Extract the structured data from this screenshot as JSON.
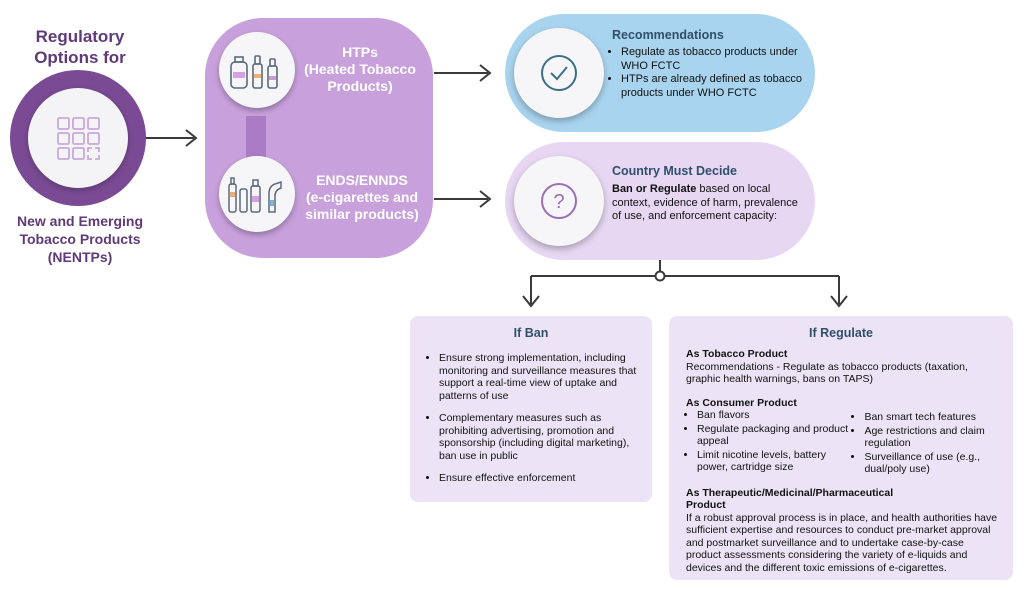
{
  "left": {
    "title_line1": "Regulatory",
    "title_line2": "Options for",
    "nentp_line1": "New and Emerging",
    "nentp_line2": "Tobacco Products",
    "nentp_line3": "(NENTPs)"
  },
  "pill": {
    "htps_line1": "HTPs",
    "htps_line2": "(Heated Tobacco",
    "htps_line3": "Products)",
    "ends_line1": "ENDS/ENNDS",
    "ends_line2": "(e-cigarettes and",
    "ends_line3": "similar products)"
  },
  "recommendations": {
    "title": "Recommendations",
    "items": [
      "Regulate as tobacco products under WHO FCTC",
      "HTPs are already defined as tobacco products under WHO FCTC"
    ]
  },
  "decide": {
    "title": "Country Must Decide",
    "bold": "Ban or Regulate",
    "text": " based on local context, evidence of harm, prevalence of use, and enforcement capacity:"
  },
  "ban": {
    "title": "If Ban",
    "items": [
      "Ensure strong implementation, including monitoring and surveillance measures that support a real-time view of uptake and patterns of use",
      "Complementary measures such as prohibiting advertising, promotion and sponsorship (including digital marketing), ban use in public",
      "Ensure effective enforcement"
    ]
  },
  "regulate": {
    "title": "If Regulate",
    "tobacco_heading": "As Tobacco Product",
    "tobacco_text": "Recommendations - Regulate as tobacco products (taxation, graphic health warnings, bans on TAPS)",
    "consumer_heading": "As Consumer Product",
    "consumer_left": [
      "Ban flavors",
      "Regulate packaging and product appeal",
      "Limit nicotine levels, battery power, cartridge size"
    ],
    "consumer_right": [
      "Ban smart tech features",
      "Age restrictions and claim regulation",
      "Surveillance of use (e.g., dual/poly use)"
    ],
    "therapeutic_heading_1": "As Therapeutic/Medicinal/Pharmaceutical",
    "therapeutic_heading_2": "Product",
    "therapeutic_text": "If a robust approval process is in place, and health authorities have sufficient expertise and resources to conduct pre-market approval and postmarket surveillance and to undertake case-by-case product assessments considering the variety of e-liquids and devices and the different toxic emissions of e-cigarettes."
  },
  "colors": {
    "purple_dark": "#7a4a94",
    "purple_pill": "#c8a0dc",
    "blue_box": "#a9d4ef",
    "lilac_box": "#e7d7f3",
    "panel": "#ece4f6"
  },
  "icons": {
    "grid": "grid-icon",
    "htp_devices": "heated-tobacco-devices-icon",
    "ecig_devices": "e-cigarette-devices-icon",
    "check": "checkmark-icon",
    "question": "question-mark-icon"
  }
}
